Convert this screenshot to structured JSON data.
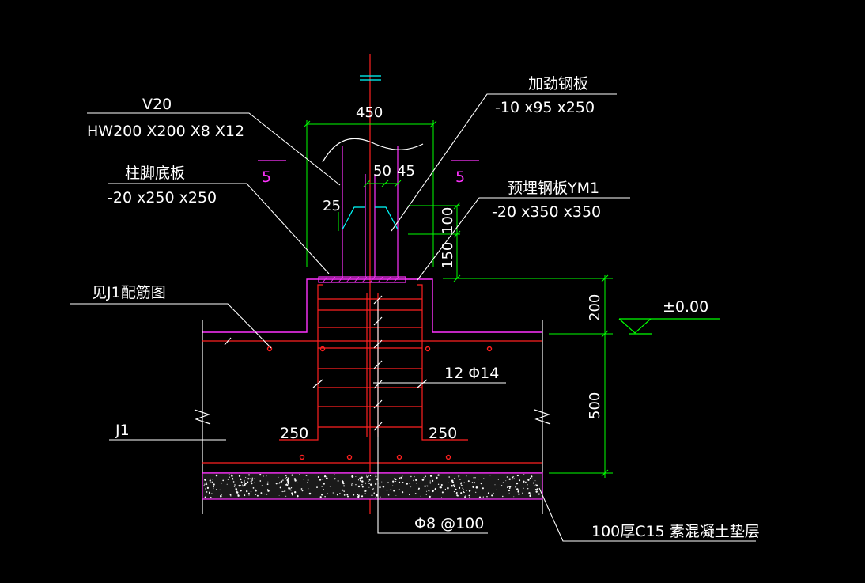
{
  "labels": {
    "column_name": "V20",
    "column_section": "HW200 X200 X8 X12",
    "stiffener_title": "加劲钢板",
    "stiffener_spec": "-10 x95 x250",
    "base_plate_title": "柱脚底板",
    "base_plate_spec": "-20 x250 x250",
    "embed_plate_title": "预埋钢板YM1",
    "embed_plate_spec": "-20 x350 x350",
    "see_j1": "见J1配筋图",
    "footing_name": "J1",
    "rebar_main": "12 Φ14",
    "rebar_stirrup": "Φ8 @100",
    "cushion": "100厚C15 素混凝土垫层",
    "elevation": "±0.00",
    "section_mark_left": "5",
    "section_mark_right": "5"
  },
  "dimensions": {
    "top_width": "450",
    "gap_50": "50",
    "gap_45": "45",
    "dim_25": "25",
    "dim_100": "100",
    "dim_150": "150",
    "dim_200": "200",
    "dim_500": "500",
    "pier_left": "250",
    "pier_right": "250"
  },
  "colors": {
    "background": "#000000",
    "text": "#ffffff",
    "concrete": "#ff33ff",
    "rebar": "#ff2020",
    "dimension": "#00ff00",
    "axis": "#ff2020",
    "steel": "#ff33ff",
    "stiffener": "#00ffff"
  }
}
